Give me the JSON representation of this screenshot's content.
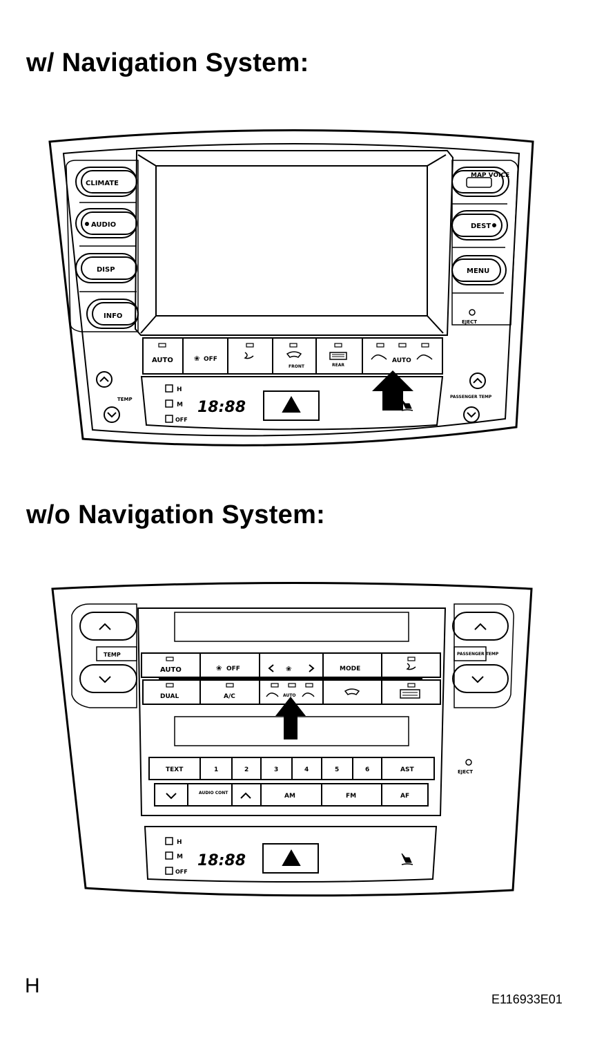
{
  "headings": {
    "with_nav": "w/ Navigation System:",
    "without_nav": "w/o Navigation System:"
  },
  "nav_panel": {
    "left_buttons": [
      "CLIMATE",
      "AUDIO",
      "DISP",
      "INFO"
    ],
    "right_buttons": [
      "MAP VOICE",
      "DEST",
      "MENU"
    ],
    "eject_label": "EJECT",
    "temp_left_label": "TEMP",
    "temp_right_label": "PASSENGER TEMP",
    "climate_buttons": [
      "AUTO",
      "OFF",
      "",
      "FRONT",
      "REAR",
      "AUTO"
    ],
    "seat_indicators": [
      "H",
      "M",
      "OFF"
    ],
    "clock": "18:88"
  },
  "nonav_panel": {
    "temp_left_label": "TEMP",
    "temp_right_label": "PASSENGER TEMP",
    "row1": [
      "AUTO",
      "OFF",
      "",
      "MODE",
      ""
    ],
    "row2": [
      "DUAL",
      "A/C",
      "AUTO",
      "",
      ""
    ],
    "audio_row": [
      "TEXT",
      "1",
      "2",
      "3",
      "4",
      "5",
      "6",
      "AST"
    ],
    "bottom_row": [
      "",
      "AUDIO CONT",
      "",
      "AM",
      "FM",
      "AF"
    ],
    "eject_label": "EJECT",
    "seat_indicators": [
      "H",
      "M",
      "OFF"
    ],
    "clock": "18:88"
  },
  "footer": {
    "section_letter": "H",
    "figure_id": "E116933E01"
  },
  "icons": [
    "arrow-up-icon",
    "arrow-down-icon",
    "hazard-icon",
    "seat-heater-icon",
    "pointer-arrow-icon",
    "defroster-icon",
    "fan-icon",
    "recirculation-icon"
  ]
}
